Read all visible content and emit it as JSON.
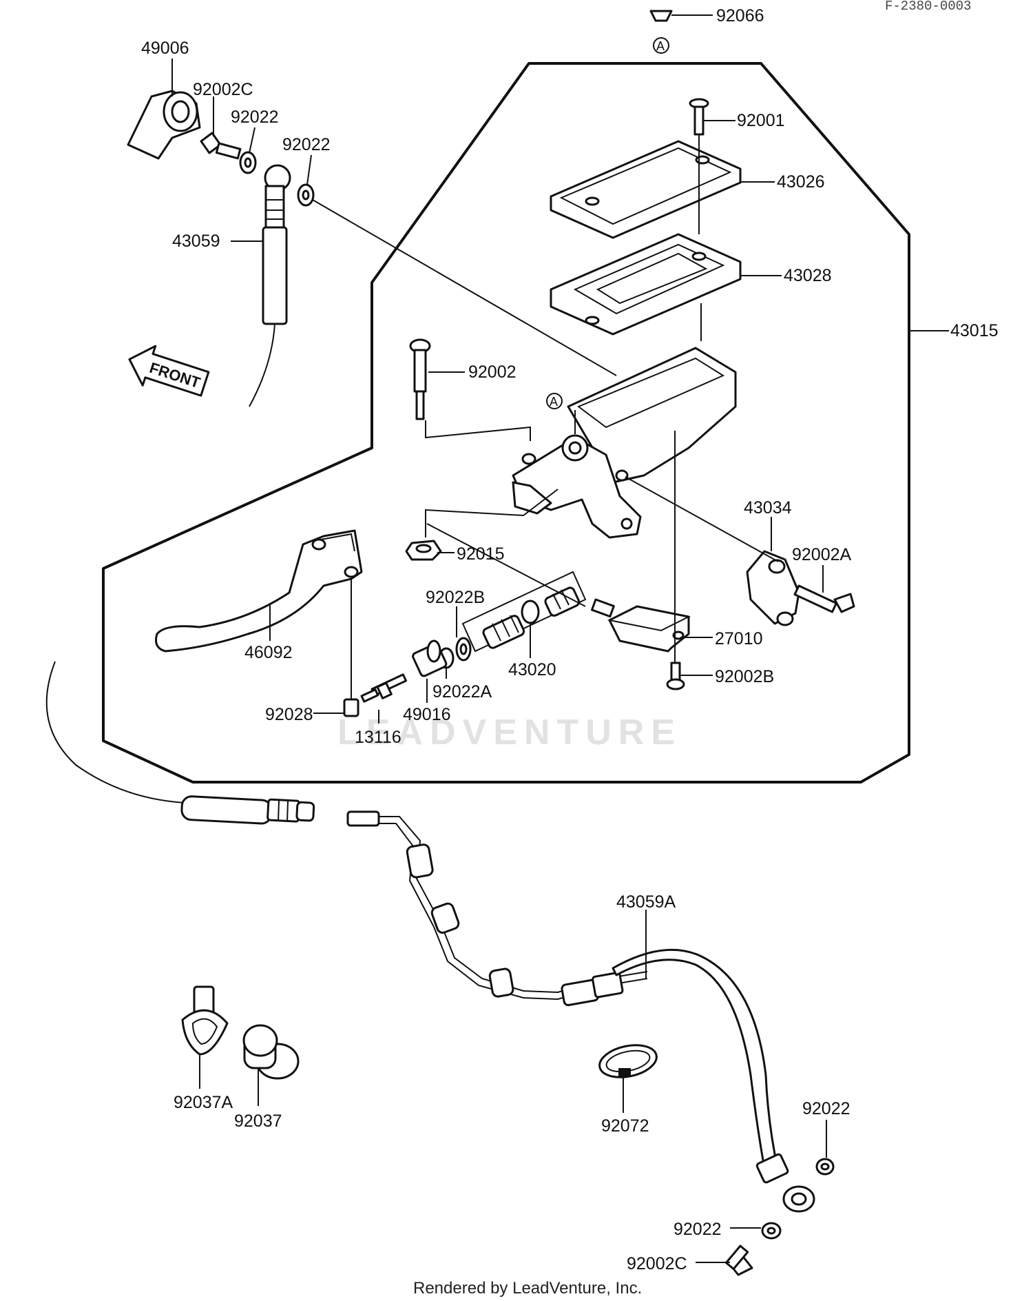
{
  "diagram": {
    "ref_code": "F-2380-0003",
    "watermark": "LEADVENTURE",
    "footer": "Rendered by LeadVenture, Inc.",
    "front_label": "FRONT",
    "marker_letter": "A",
    "labels": {
      "p92066": "92066",
      "p49006": "49006",
      "p92002C_top": "92002C",
      "p92022_a": "92022",
      "p92022_b": "92022",
      "p43059": "43059",
      "p92001": "92001",
      "p43026": "43026",
      "p43028": "43028",
      "p43015": "43015",
      "p92002": "92002",
      "p43034": "43034",
      "p92002A": "92002A",
      "p92015": "92015",
      "p92022B": "92022B",
      "p46092": "46092",
      "p43020": "43020",
      "p27010": "27010",
      "p92022A": "92022A",
      "p92002B": "92002B",
      "p49016": "49016",
      "p92028": "92028",
      "p13116": "13116",
      "p43059A": "43059A",
      "p92037A": "92037A",
      "p92037": "92037",
      "p92072": "92072",
      "p92022_c": "92022",
      "p92022_d": "92022",
      "p92002C_bot": "92002C"
    }
  }
}
